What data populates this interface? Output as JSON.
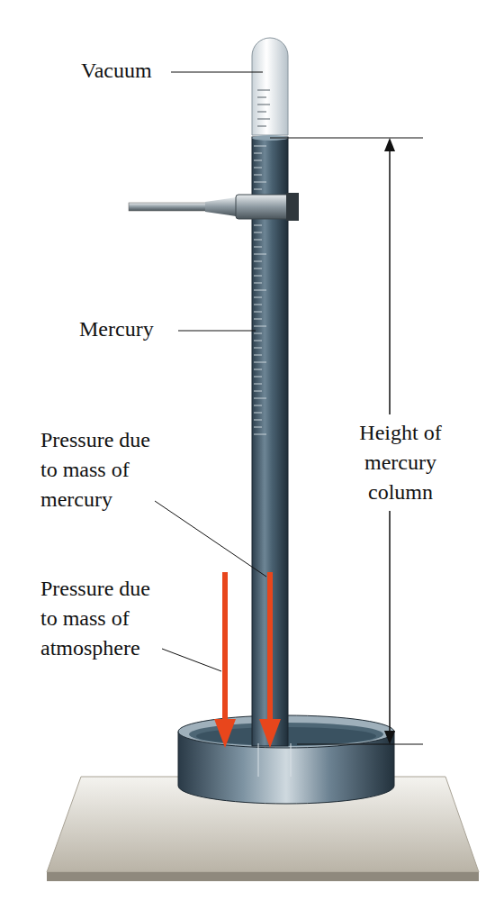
{
  "diagram": {
    "labels": [
      "Vacuum",
      "Mercury",
      "Pressure due to mass of mercury",
      "Pressure due to mass of atmosphere",
      "Height of mercury column"
    ]
  }
}
